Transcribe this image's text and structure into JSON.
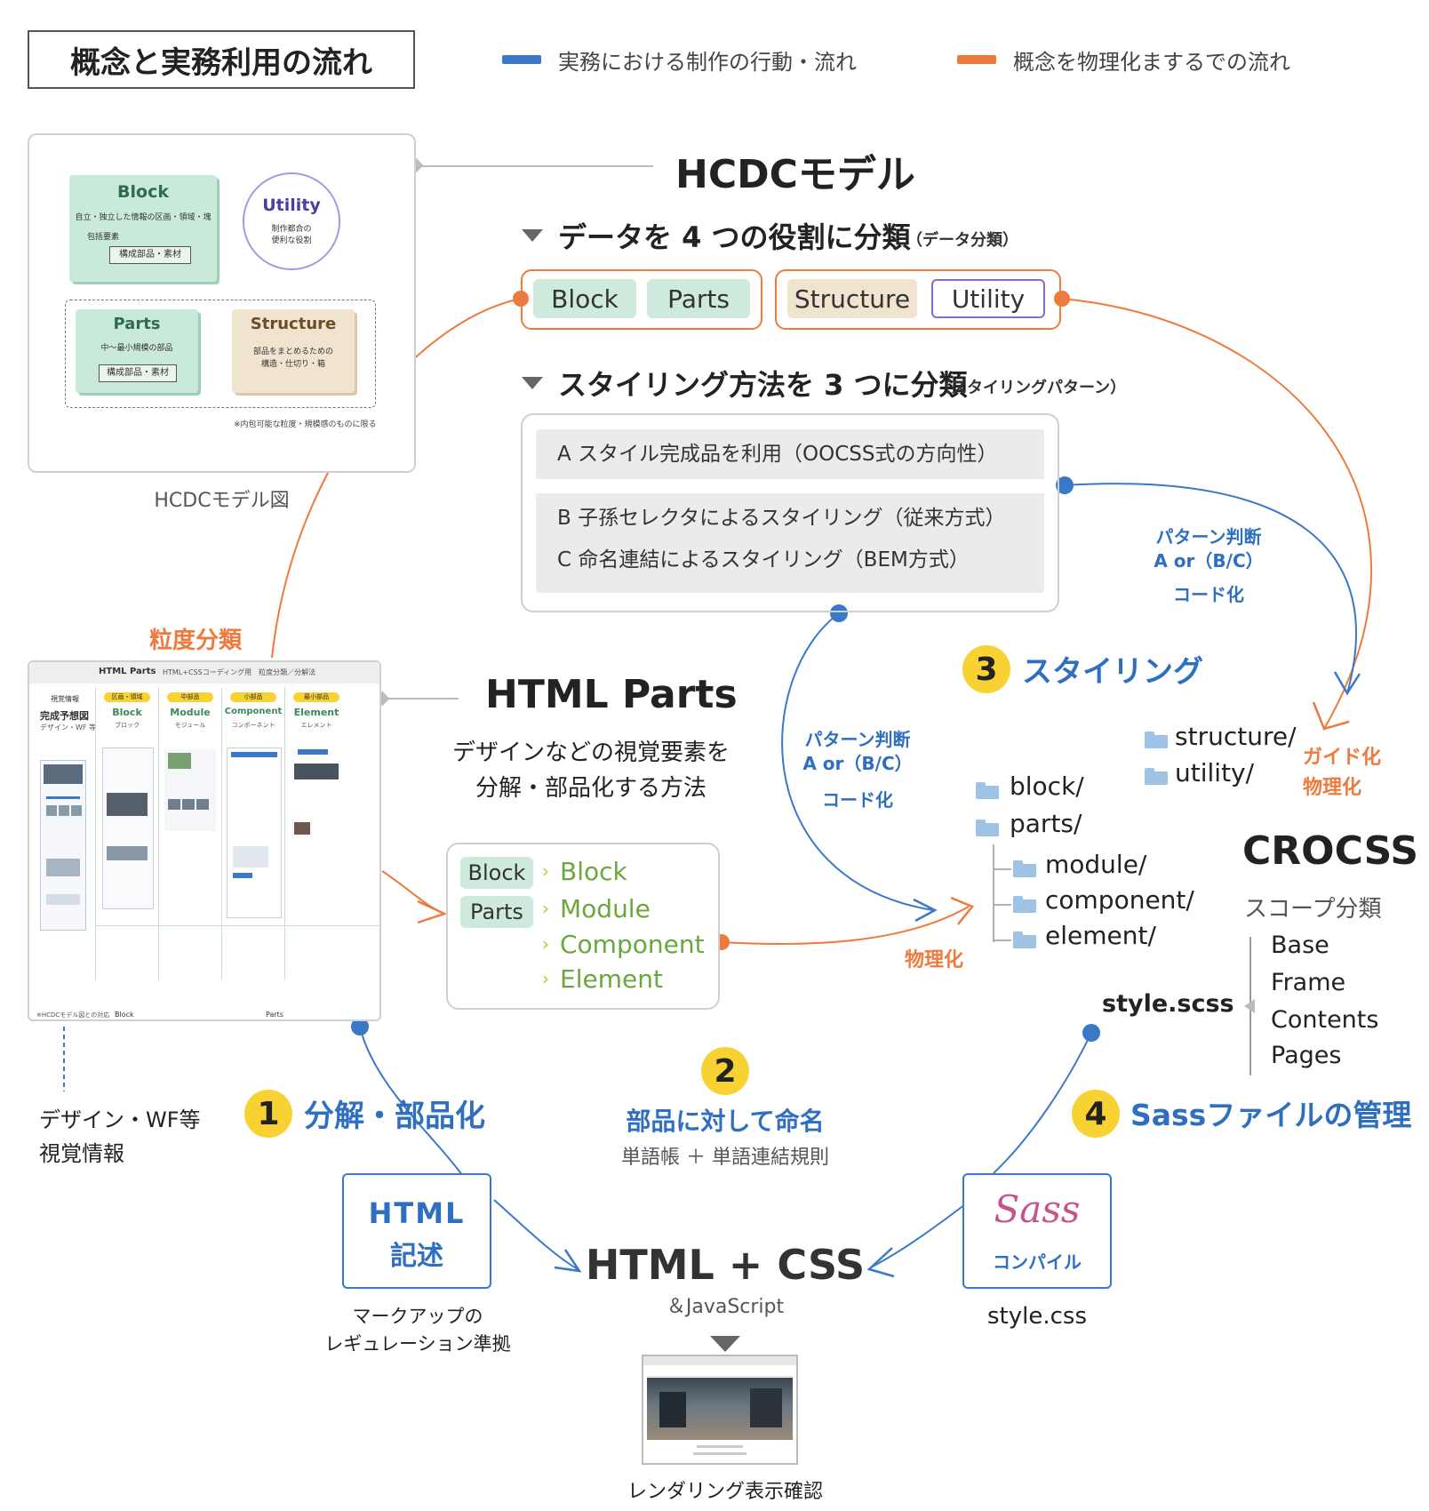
{
  "header": {
    "title": "概念と実務利用の流れ",
    "legend": [
      {
        "label": "実務における制作の行動・流れ",
        "color": "#3a78c8"
      },
      {
        "label": "概念を物理化まするでの流れ",
        "color": "#ee7b3d"
      }
    ]
  },
  "hcdc_figure": {
    "caption": "HCDCモデル図",
    "block": {
      "title": "Block",
      "desc": "自立・独立した情報の区画・領域・塊",
      "sub": "包括要素",
      "chip": "構成部品・素材"
    },
    "utility": {
      "title": "Utility",
      "desc1": "制作都合の",
      "desc2": "便利な役割"
    },
    "parts": {
      "title": "Parts",
      "desc": "中～最小規模の部品",
      "chip": "構成部品・素材"
    },
    "structure": {
      "title": "Structure",
      "desc1": "部品をまとめるための",
      "desc2": "構造・仕切り・箱"
    },
    "note": "※内包可能な粒度・規模感のものに限る"
  },
  "hcdc": {
    "title": "HCDCモデル",
    "heading1": "データを 4 つの役割に分類",
    "heading1_sub": "（データ分類）",
    "tags": [
      "Block",
      "Parts",
      "Structure",
      "Utility"
    ],
    "heading2": "スタイリング方法を 3 つに分類",
    "heading2_sub": "（スタイリングパターン）",
    "styling": [
      "A  スタイル完成品を利用（OOCSS式の方向性）",
      "B  子孫セレクタによるスタイリング（従来方式）",
      "C  命名連結によるスタイリング（BEM方式）"
    ]
  },
  "granularity_label": "粒度分類",
  "html_parts_figure": {
    "title": "HTML Parts",
    "sub": "HTML+CSSコーディング用　粒度分類／分解法",
    "columns": [
      "Block",
      "Module",
      "Component",
      "Element"
    ],
    "columns_ja": [
      "ブロック",
      "モジュール",
      "コンポーネント",
      "エレメント"
    ],
    "column_tags": [
      "区画・領域",
      "中部品",
      "小部品",
      "最小部品"
    ],
    "left_head": "視覚情報",
    "left_title": "完成予想図",
    "left_desc": "デザイン・WF 等",
    "bottom_labels": [
      "Block",
      "Parts"
    ],
    "footer": "※HCDCモデル図との対応"
  },
  "html_parts": {
    "title": "HTML Parts",
    "desc1": "デザインなどの視覚要素を",
    "desc2": "分解・部品化する方法",
    "left_tags": [
      "Block",
      "Parts"
    ],
    "items": [
      "Block",
      "Module",
      "Component",
      "Element"
    ]
  },
  "design_label": [
    "デザイン・WF等",
    "視覚情報"
  ],
  "steps": [
    {
      "num": "1",
      "label": "分解・部品化"
    },
    {
      "num": "2",
      "label": "部品に対して命名",
      "sub": "単語帳 ＋ 単語連結規則"
    },
    {
      "num": "3",
      "label": "スタイリング"
    },
    {
      "num": "4",
      "label": "Sassファイルの管理"
    }
  ],
  "pattern_label": {
    "line1": "パターン判断",
    "line2": "A or（B/C）",
    "line3": "コード化"
  },
  "physical_label": "物理化",
  "guide_label": [
    "ガイド化",
    "物理化"
  ],
  "folders": {
    "top": [
      "structure/",
      "utility/"
    ],
    "main": [
      "block/",
      "parts/"
    ],
    "sub": [
      "module/",
      "component/",
      "element/"
    ]
  },
  "crocss": {
    "title": "CROCSS",
    "sub": "スコープ分類",
    "items": [
      "Base",
      "Frame",
      "Contents",
      "Pages"
    ],
    "file": "style.scss"
  },
  "html_box": {
    "line1": "HTML",
    "line2": "記述",
    "caption1": "マークアップの",
    "caption2": "レギュレーション準拠"
  },
  "center": {
    "title": "HTML + CSS",
    "sub": "＆JavaScript",
    "caption": "レンダリング表示確認"
  },
  "sass_box": {
    "logo": "Sass",
    "label": "コンパイル",
    "caption": "style.css"
  }
}
